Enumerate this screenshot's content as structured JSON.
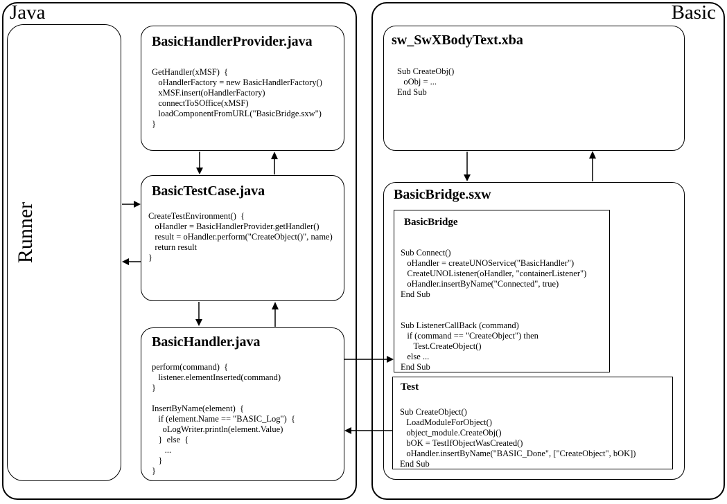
{
  "regions": {
    "java": {
      "label": "Java"
    },
    "basic": {
      "label": "Basic"
    },
    "runner": {
      "label": "Runner"
    }
  },
  "modules": {
    "provider": {
      "title": "BasicHandlerProvider.java",
      "code": "GetHandler(xMSF)  {\n   oHandlerFactory = new BasicHandlerFactory()\n   xMSF.insert(oHandlerFactory)\n   connectToSOffice(xMSF)\n   loadComponentFromURL(\"BasicBridge.sxw\")\n}"
    },
    "testcase": {
      "title": "BasicTestCase.java",
      "code": "CreateTestEnvironment()  {\n   oHandler = BasicHandlerProvider.getHandler()\n   result = oHandler.perform(\"CreateObject()\", name)\n   return result\n}"
    },
    "handler": {
      "title": "BasicHandler.java",
      "code": "perform(command)  {\n   listener.elementInserted(command)\n}\n\nInsertByName(element)  {\n   if (element.Name == \"BASIC_Log\")  {\n     oLogWriter.println(element.Value)\n   }  else  {\n      ...\n   }\n}"
    },
    "bodytext": {
      "title": "sw_SwXBodyText.xba",
      "code": "Sub CreateObj()\n   oObj = ...\nEnd Sub"
    },
    "bridge_doc": {
      "title": "BasicBridge.sxw"
    },
    "bridge": {
      "title": "BasicBridge",
      "code": "Sub Connect()\n   oHandler = createUNOService(\"BasicHandler\")\n   CreateUNOListener(oHandler, \"containerListener\")\n   oHandler.insertByName(\"Connected\", true)\nEnd Sub\n\n\nSub ListenerCallBack (command)\n   if (command == \"CreateObject\") then\n      Test.CreateObject()\n   else ...\nEnd Sub"
    },
    "test": {
      "title": "Test",
      "code": "Sub CreateObject()\n   LoadModuleForObject()\n   object_module.CreateObj()\n   bOK = TestIfObjectWasCreated()\n   oHandler.insertByName(\"BASIC_Done\", [\"CreateObject\", bOK])\nEnd Sub"
    }
  }
}
